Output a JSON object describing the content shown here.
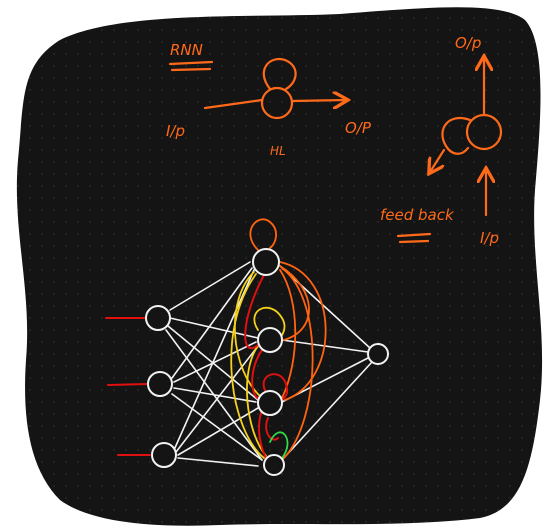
{
  "labels": {
    "title": "RNN",
    "input_left": "I/p",
    "hidden": "HL",
    "output_left": "O/P",
    "output_right": "O/p",
    "feedback": "feed back",
    "input_right": "I/p"
  },
  "colors": {
    "board": "#141414",
    "ink_orange": "#ff6a1a",
    "network_white": "#f2f2f2",
    "input_red": "#e01010",
    "loop_yellow": "#f5d21a",
    "loop_green": "#2fd94a"
  }
}
